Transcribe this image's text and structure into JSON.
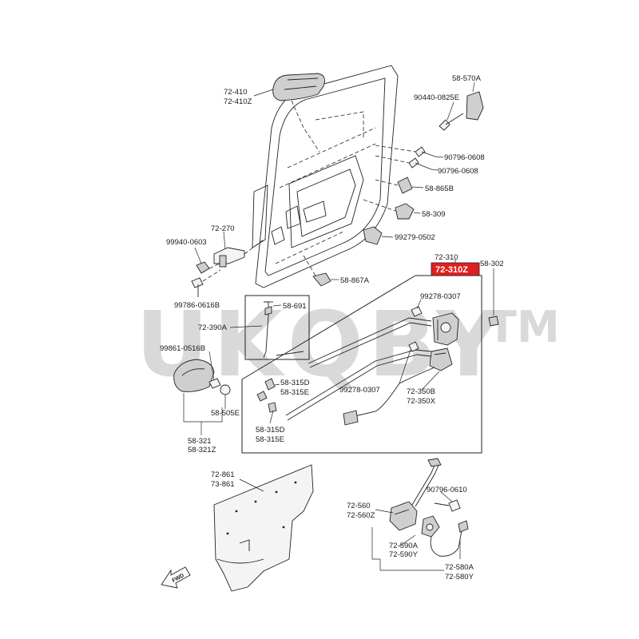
{
  "labels": {
    "l_72_410": "72-410",
    "l_72_410z": "72-410Z",
    "l_58_570a": "58-570A",
    "l_90440": "90440-0825E",
    "l_90796_a": "90796-0608",
    "l_90796_b": "90796-0608",
    "l_58_865b": "58-865B",
    "l_58_309": "58-309",
    "l_99279": "99279-0502",
    "l_72_270": "72-270",
    "l_99940": "99940-0603",
    "l_99786": "99786-0616B",
    "l_58_867a": "58-867A",
    "l_72_310": "72-310",
    "l_58_302": "58-302",
    "l_58_691": "58-691",
    "l_72_390a": "72-390A",
    "l_99278_top": "99278-0307",
    "l_99861": "99861-0516B",
    "l_58_315d_top": "58-315D",
    "l_58_315e_top": "58-315E",
    "l_99278_bot": "99278-0307",
    "l_72_350b": "72-350B",
    "l_72_350x": "72-350X",
    "l_58_505e": "58-505E",
    "l_58_315d_bot": "58-315D",
    "l_58_315e_bot": "58-315E",
    "l_58_321": "58-321",
    "l_58_321z": "58-321Z",
    "l_72_861": "72-861",
    "l_73_861": "73-861",
    "l_90796_c": "90796-0610",
    "l_72_560": "72-560",
    "l_72_560z": "72-560Z",
    "l_72_590a": "72-590A",
    "l_72_590y": "72-590Y",
    "l_72_580a": "72-580A",
    "l_72_580y": "72-580Y",
    "fwd": "FWD"
  },
  "highlight": {
    "part_number": "72-310Z",
    "color": "#e0201e"
  },
  "watermark": {
    "text": "UKQBY",
    "mark": "TM"
  }
}
